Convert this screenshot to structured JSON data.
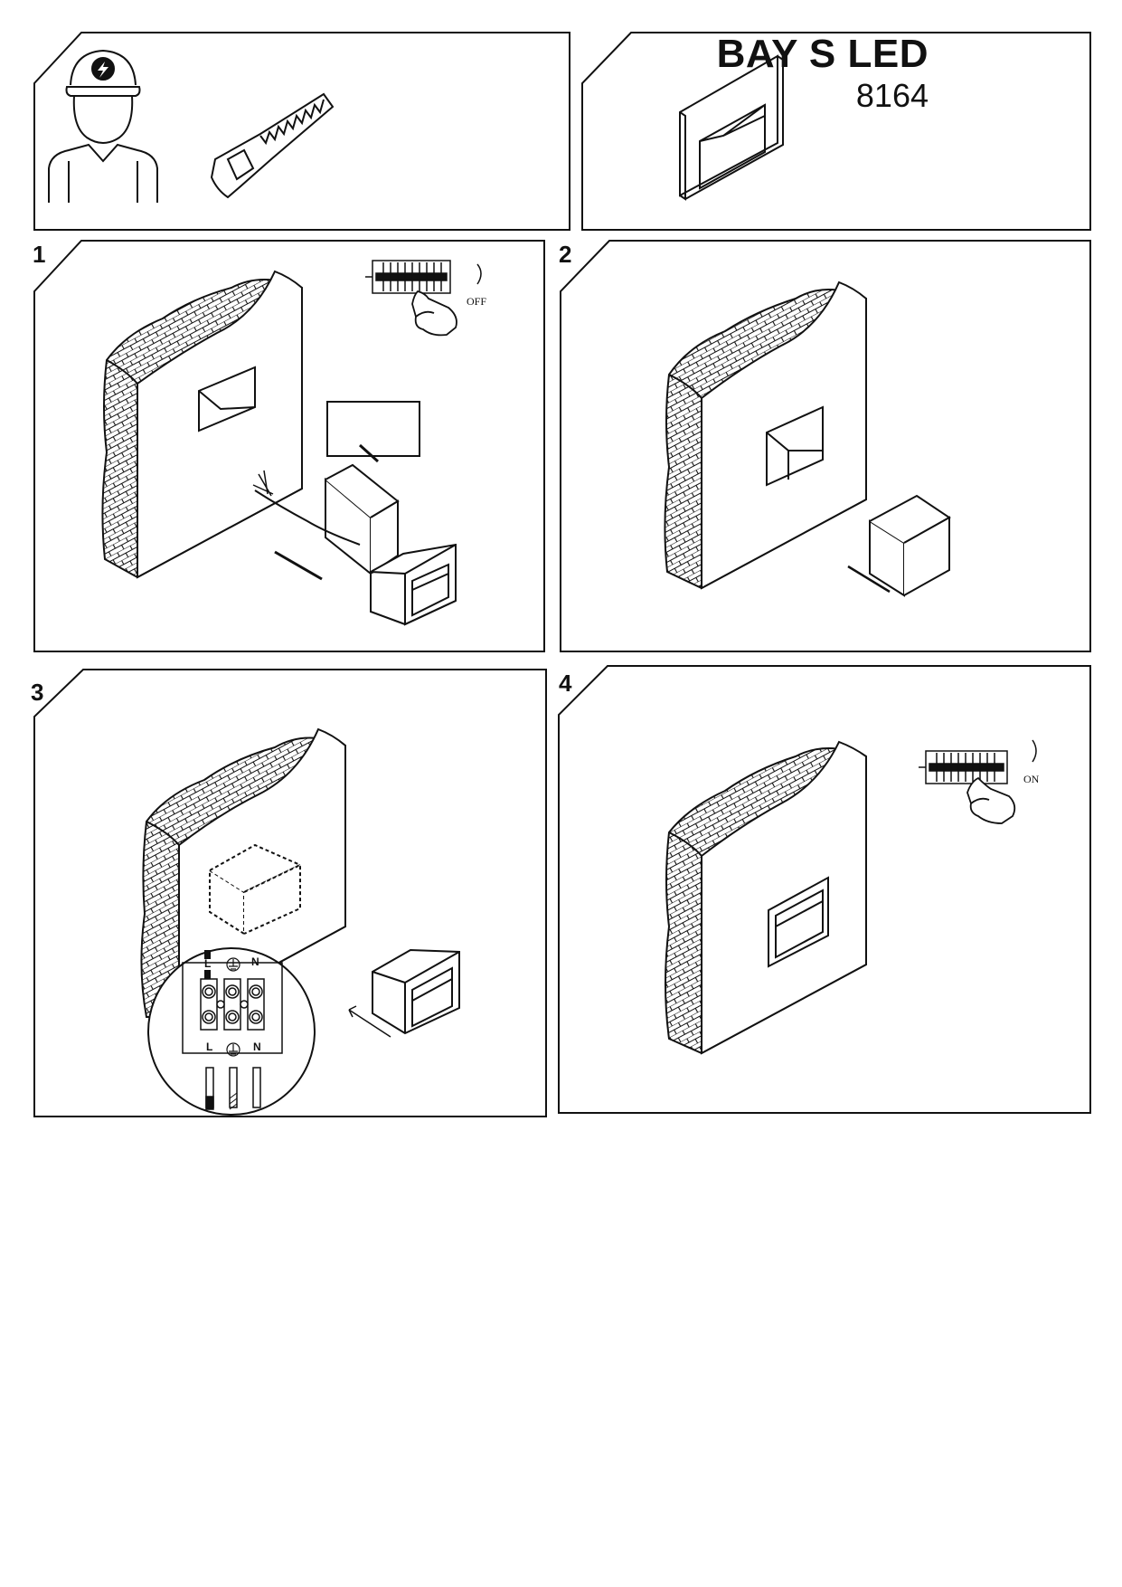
{
  "product": {
    "name": "BAY S LED",
    "code": "8164"
  },
  "steps": [
    {
      "number": "1",
      "switch_state": "OFF"
    },
    {
      "number": "2"
    },
    {
      "number": "3",
      "terminals_top": [
        "L",
        "N"
      ],
      "terminals_bottom": [
        "L",
        "N"
      ]
    },
    {
      "number": "4",
      "switch_state": "ON"
    }
  ],
  "icons": [
    "electrician-icon",
    "saw-icon",
    "recessed-light-icon",
    "circuit-breaker-icon",
    "hand-icon",
    "earth-ground-icon"
  ],
  "colors": {
    "line": "#111111",
    "background": "#ffffff"
  }
}
